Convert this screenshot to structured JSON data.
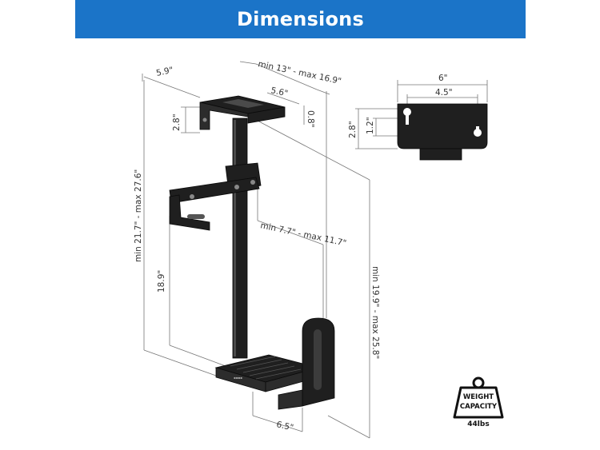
{
  "header": {
    "title": "Dimensions"
  },
  "colors": {
    "header_bg": "#1b74c8",
    "header_text": "#ffffff",
    "product": "#1f1f1f",
    "dimension_line": "#777777"
  },
  "dimensions": {
    "top_depth": "5.9\"",
    "top_width_range": "min 13\" - max 16.9\"",
    "plate_inner": "5.6\"",
    "plate_thickness": "0.8\"",
    "plate_height": "2.8\"",
    "overall_height_range": "min 21.7\" - max 27.6\"",
    "inner_height": "18.9\"",
    "inner_width_range": "min 7.7\" - max 11.7\"",
    "side_height_range": "min 19.9\" - max 25.8\"",
    "base_width": "6.5\""
  },
  "detail": {
    "width": "6\"",
    "hole_spacing": "4.5\"",
    "height": "2.8\"",
    "hole_height": "1.2\""
  },
  "weight_badge": {
    "line1": "WEIGHT",
    "line2": "CAPACITY",
    "value": "44lbs"
  }
}
